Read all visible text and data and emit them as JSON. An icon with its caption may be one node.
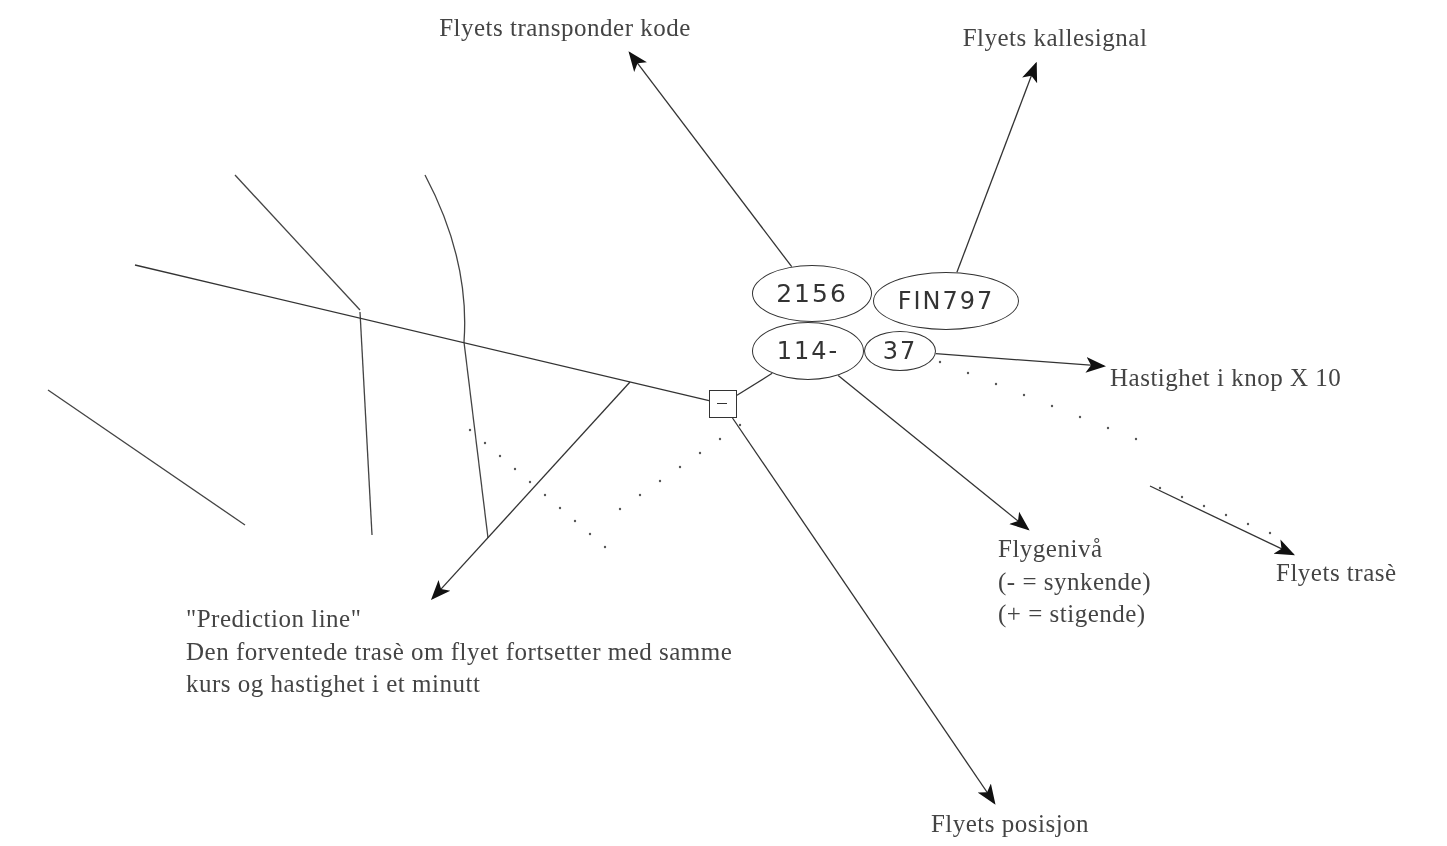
{
  "diagram": {
    "nodes": [
      {
        "text": [
          "Flyets transponder kode"
        ]
      },
      {
        "text": [
          "Flyets kallesignal"
        ]
      },
      {
        "text": [
          "2156"
        ]
      },
      {
        "text": [
          "FIN797"
        ]
      },
      {
        "text": [
          "114-"
        ]
      },
      {
        "text": [
          "37"
        ]
      },
      {
        "text": [],
        "shape": "box"
      },
      {
        "text": [
          "Hastighet i knop X 10"
        ]
      },
      {
        "text": [
          "Flygenivå",
          "(- = synkende)",
          "(+ = stigende)"
        ]
      },
      {
        "text": [
          "Flyets posisjon"
        ]
      },
      {
        "text": [
          "Flyets trasè"
        ]
      },
      {
        "text": [
          "\"Prediction line\"",
          "Den forventede trasè om flyet fortsetter med samme kurs og hastighet i et minutt"
        ]
      }
    ],
    "edges": [
      {
        "from": 2,
        "to": 0,
        "arrow": "to"
      },
      {
        "from": 3,
        "to": 1,
        "arrow": "to"
      },
      {
        "from": 5,
        "to": 7,
        "arrow": "to"
      },
      {
        "from": 4,
        "to": 8,
        "arrow": "to"
      },
      {
        "from": 4,
        "to": 6,
        "arrow": "none"
      },
      {
        "from": 6,
        "to": 9,
        "arrow": "to"
      },
      {
        "from": null,
        "to": 11,
        "arrow": "to"
      },
      {
        "from": null,
        "to": 10,
        "arrow": "to"
      },
      {
        "from": null,
        "to": 6,
        "arrow": "none"
      }
    ]
  }
}
